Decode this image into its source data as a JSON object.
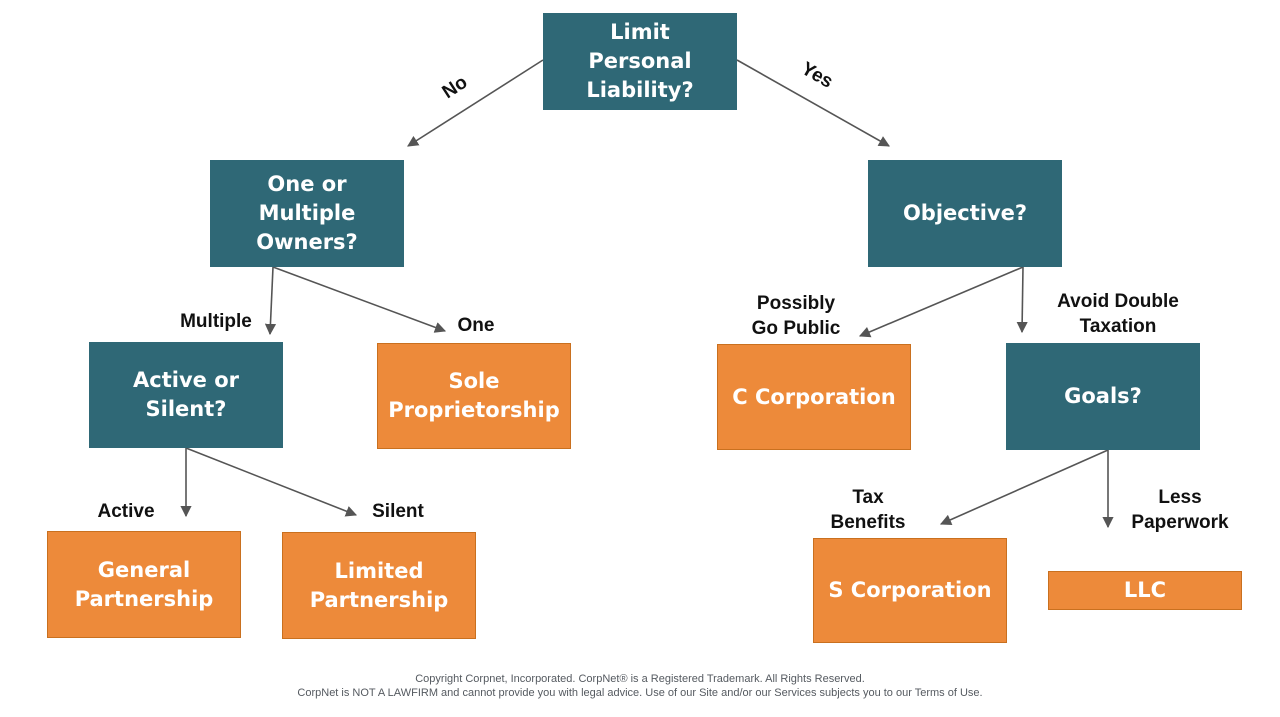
{
  "nodes": {
    "root": "Limit\nPersonal\nLiability?",
    "owners": "One or\nMultiple\nOwners?",
    "objective": "Objective?",
    "active_silent": "Active or\nSilent?",
    "sole": "Sole\nProprietorship",
    "c_corp": "C Corporation",
    "goals": "Goals?",
    "general": "General\nPartnership",
    "limited": "Limited\nPartnership",
    "s_corp": "S Corporation",
    "llc": "LLC"
  },
  "edge_labels": {
    "no": "No",
    "yes": "Yes",
    "multiple": "Multiple",
    "one": "One",
    "possibly_go_public": "Possibly\nGo Public",
    "avoid_double_taxation": "Avoid Double\nTaxation",
    "active": "Active",
    "silent": "Silent",
    "tax_benefits": "Tax\nBenefits",
    "less_paperwork": "Less\nPaperwork"
  },
  "colors": {
    "question": "#2f6876",
    "result": "#ed8a3a",
    "arrow": "#555555"
  },
  "footer": {
    "line1": "Copyright Corpnet, Incorporated.  CorpNet® is a Registered Trademark.  All Rights Reserved.",
    "line2": "CorpNet is NOT A LAWFIRM and cannot provide you with legal advice.  Use of our Site and/or our Services subjects you to our Terms of Use."
  }
}
